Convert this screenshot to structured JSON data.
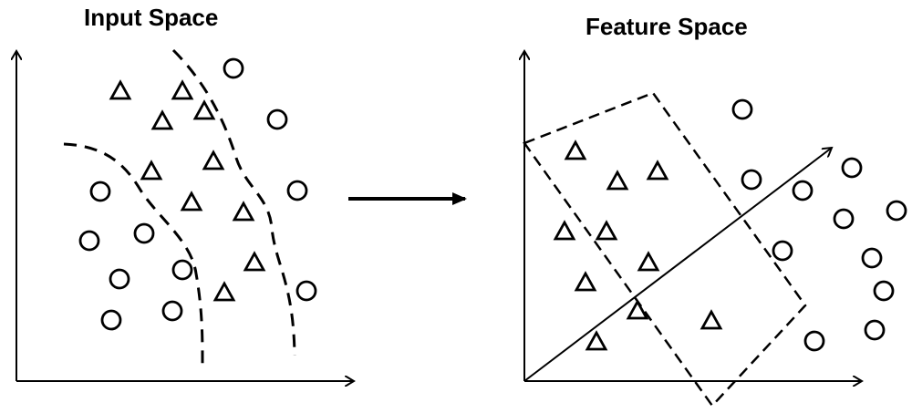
{
  "panels": {
    "input": {
      "title": "Input Space"
    },
    "feature": {
      "title": "Feature Space"
    }
  },
  "colors": {
    "stroke": "#000000",
    "background": "#ffffff"
  },
  "marker_types": [
    "triangle",
    "circle"
  ]
}
